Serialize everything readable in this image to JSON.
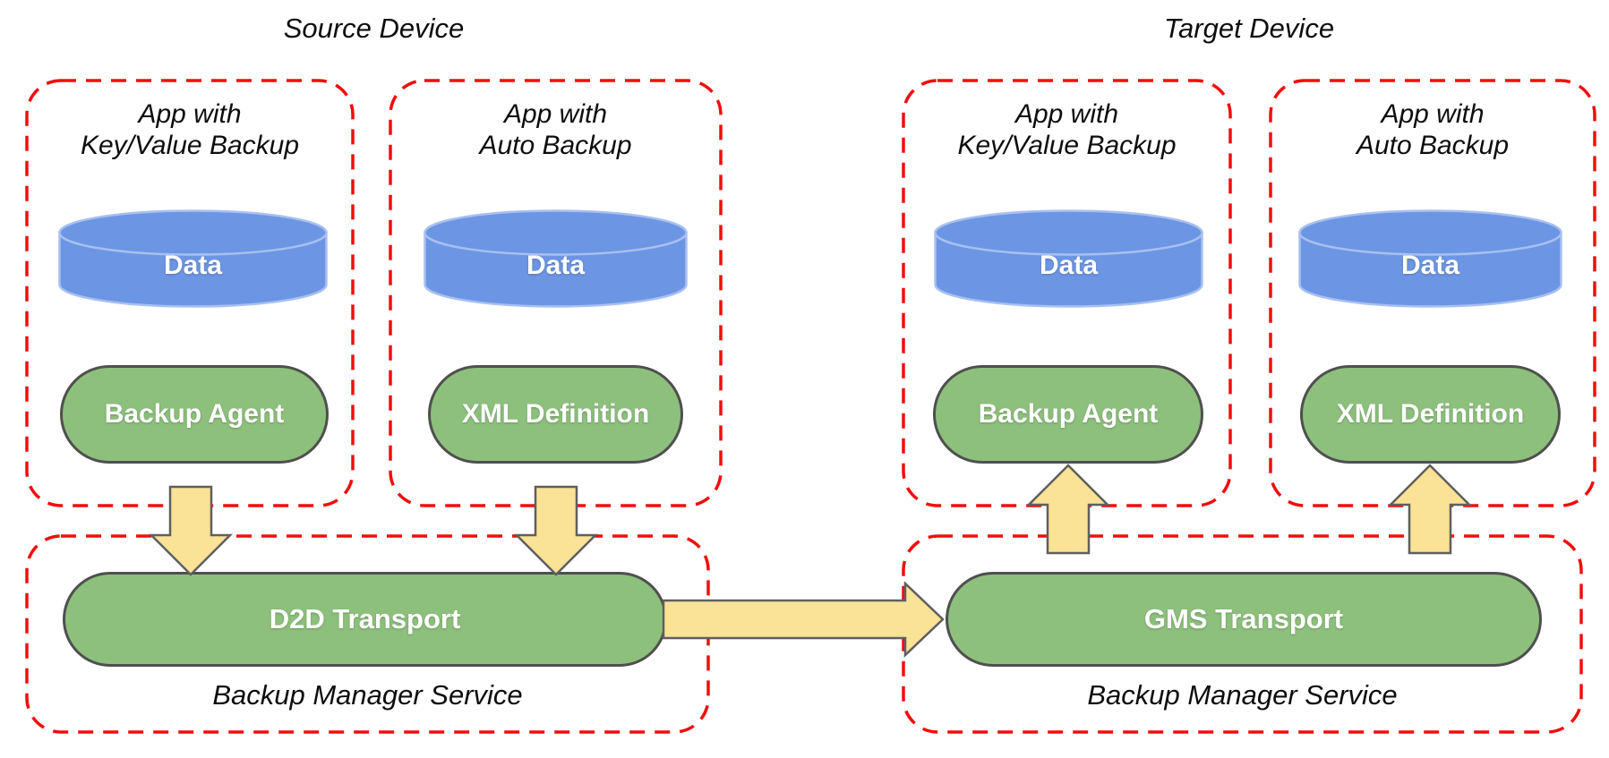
{
  "colors": {
    "dashed_red": "#f20d0d",
    "shape_green": "#8dc07c",
    "shape_border_gray": "#4f4f4f",
    "cylinder_blue": "#6c96e4",
    "cylinder_border_blue": "#a8c0f0",
    "arrow_yellow": "#fae296",
    "arrow_border_gray": "#5f5f5f",
    "text_black": "#0d0d0d",
    "label_white": "#ffffff"
  },
  "source_device": {
    "title": "Source Device",
    "apps": [
      {
        "title_line1": "App with",
        "title_line2": "Key/Value Backup",
        "data_label": "Data",
        "component_label": "Backup Agent"
      },
      {
        "title_line1": "App with",
        "title_line2": "Auto Backup",
        "data_label": "Data",
        "component_label": "XML Definition"
      }
    ],
    "backup_manager": {
      "transport_label": "D2D Transport",
      "service_label": "Backup Manager Service"
    }
  },
  "target_device": {
    "title": "Target Device",
    "apps": [
      {
        "title_line1": "App with",
        "title_line2": "Key/Value Backup",
        "data_label": "Data",
        "component_label": "Backup Agent"
      },
      {
        "title_line1": "App with",
        "title_line2": "Auto Backup",
        "data_label": "Data",
        "component_label": "XML Definition"
      }
    ],
    "backup_manager": {
      "transport_label": "GMS Transport",
      "service_label": "Backup Manager Service"
    }
  }
}
